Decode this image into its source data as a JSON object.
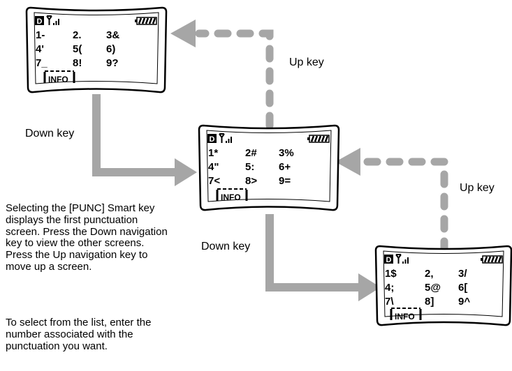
{
  "screens": [
    {
      "id": "screen-1",
      "status": {
        "d_indicator": "D",
        "signal_icon": "antenna-signal-icon",
        "battery_icon": "battery-icon"
      },
      "keys": [
        [
          "1-",
          "2.",
          "3&"
        ],
        [
          "4'",
          "5(",
          "6)"
        ],
        [
          "7_",
          "8!",
          "9?"
        ]
      ],
      "softkey": "INFO"
    },
    {
      "id": "screen-2",
      "status": {
        "d_indicator": "D",
        "signal_icon": "antenna-signal-icon",
        "battery_icon": "battery-icon"
      },
      "keys": [
        [
          "1*",
          "2#",
          "3%"
        ],
        [
          "4\"",
          "5:",
          "6+"
        ],
        [
          "7<",
          "8>",
          "9="
        ]
      ],
      "softkey": "INFO"
    },
    {
      "id": "screen-3",
      "status": {
        "d_indicator": "D",
        "signal_icon": "antenna-signal-icon",
        "battery_icon": "battery-icon"
      },
      "keys": [
        [
          "1$",
          "2,",
          "3/"
        ],
        [
          "4;",
          "5@",
          "6["
        ],
        [
          "7\\",
          "8]",
          "9^"
        ]
      ],
      "softkey": "INFO"
    }
  ],
  "labels": {
    "up_key_1": "Up key",
    "down_key_1": "Down key",
    "up_key_2": "Up key",
    "down_key_2": "Down key"
  },
  "description": {
    "para1": "Selecting the [PUNC] Smart key displays the first punctuation screen. Press the Down navigation key to view the other screens. Press the Up navigation key to move up a screen.",
    "para2": "To select from the list, enter the number associated with the punctuation you want."
  },
  "colors": {
    "arrow": "#a6a6a6",
    "outline": "#000000",
    "screen_bg": "#ffffff"
  }
}
